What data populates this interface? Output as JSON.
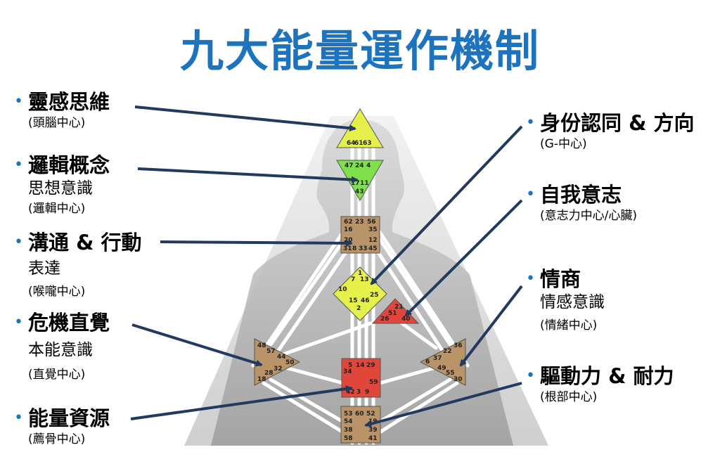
{
  "title": "九大能量運作機制",
  "left_labels": [
    {
      "main": "靈感思維",
      "sub": "",
      "small": "(頭腦中心)"
    },
    {
      "main": "邏輯概念",
      "sub": "思想意識",
      "small": "(邏輯中心)"
    },
    {
      "main": "溝通 & 行動",
      "sub": "表達",
      "small": "(喉嚨中心)"
    },
    {
      "main": "危機直覺",
      "sub": "本能意識",
      "small": "(直覺中心)"
    },
    {
      "main": "能量資源",
      "sub": "",
      "small": "(薦骨中心)"
    }
  ],
  "right_labels": [
    {
      "main": "身份認同 & 方向",
      "sub": "",
      "small": "(G-中心)"
    },
    {
      "main": "自我意志",
      "sub": "",
      "small": "(意志力中心/心臟)"
    },
    {
      "main": "情商",
      "sub": "情感意識",
      "small": "(情緒中心)"
    },
    {
      "main": "驅動力 & 耐力",
      "sub": "",
      "small": "(根部中心)"
    }
  ],
  "centers": {
    "head": [
      "64",
      "61",
      "63"
    ],
    "ajna": [
      "47",
      "24",
      "4",
      "17",
      "11",
      "43"
    ],
    "throat": [
      "62",
      "23",
      "56",
      "16",
      "35",
      "20",
      "12",
      "31",
      "8",
      "33",
      "45"
    ],
    "g": [
      "1",
      "7",
      "13",
      "10",
      "25",
      "15",
      "46",
      "2"
    ],
    "heart": [
      "21",
      "51",
      "26",
      "40"
    ],
    "spleen": [
      "48",
      "57",
      "44",
      "50",
      "32",
      "28",
      "18"
    ],
    "sacral": [
      "5",
      "14",
      "29",
      "34",
      "59",
      "42",
      "3",
      "9"
    ],
    "solar": [
      "36",
      "22",
      "6",
      "37",
      "49",
      "55",
      "30"
    ],
    "root": [
      "53",
      "60",
      "52",
      "54",
      "19",
      "38",
      "39",
      "58",
      "41"
    ]
  },
  "colors": {
    "title": "#1e73be",
    "arrow": "#233a5e",
    "head": "#e6f04a",
    "ajna": "#7ee04a",
    "throat": "#b89468",
    "g": "#e6f04a",
    "heart": "#e0473a",
    "spleen": "#b89468",
    "sacral": "#e0473a",
    "solar": "#b89468",
    "root": "#b89468"
  }
}
